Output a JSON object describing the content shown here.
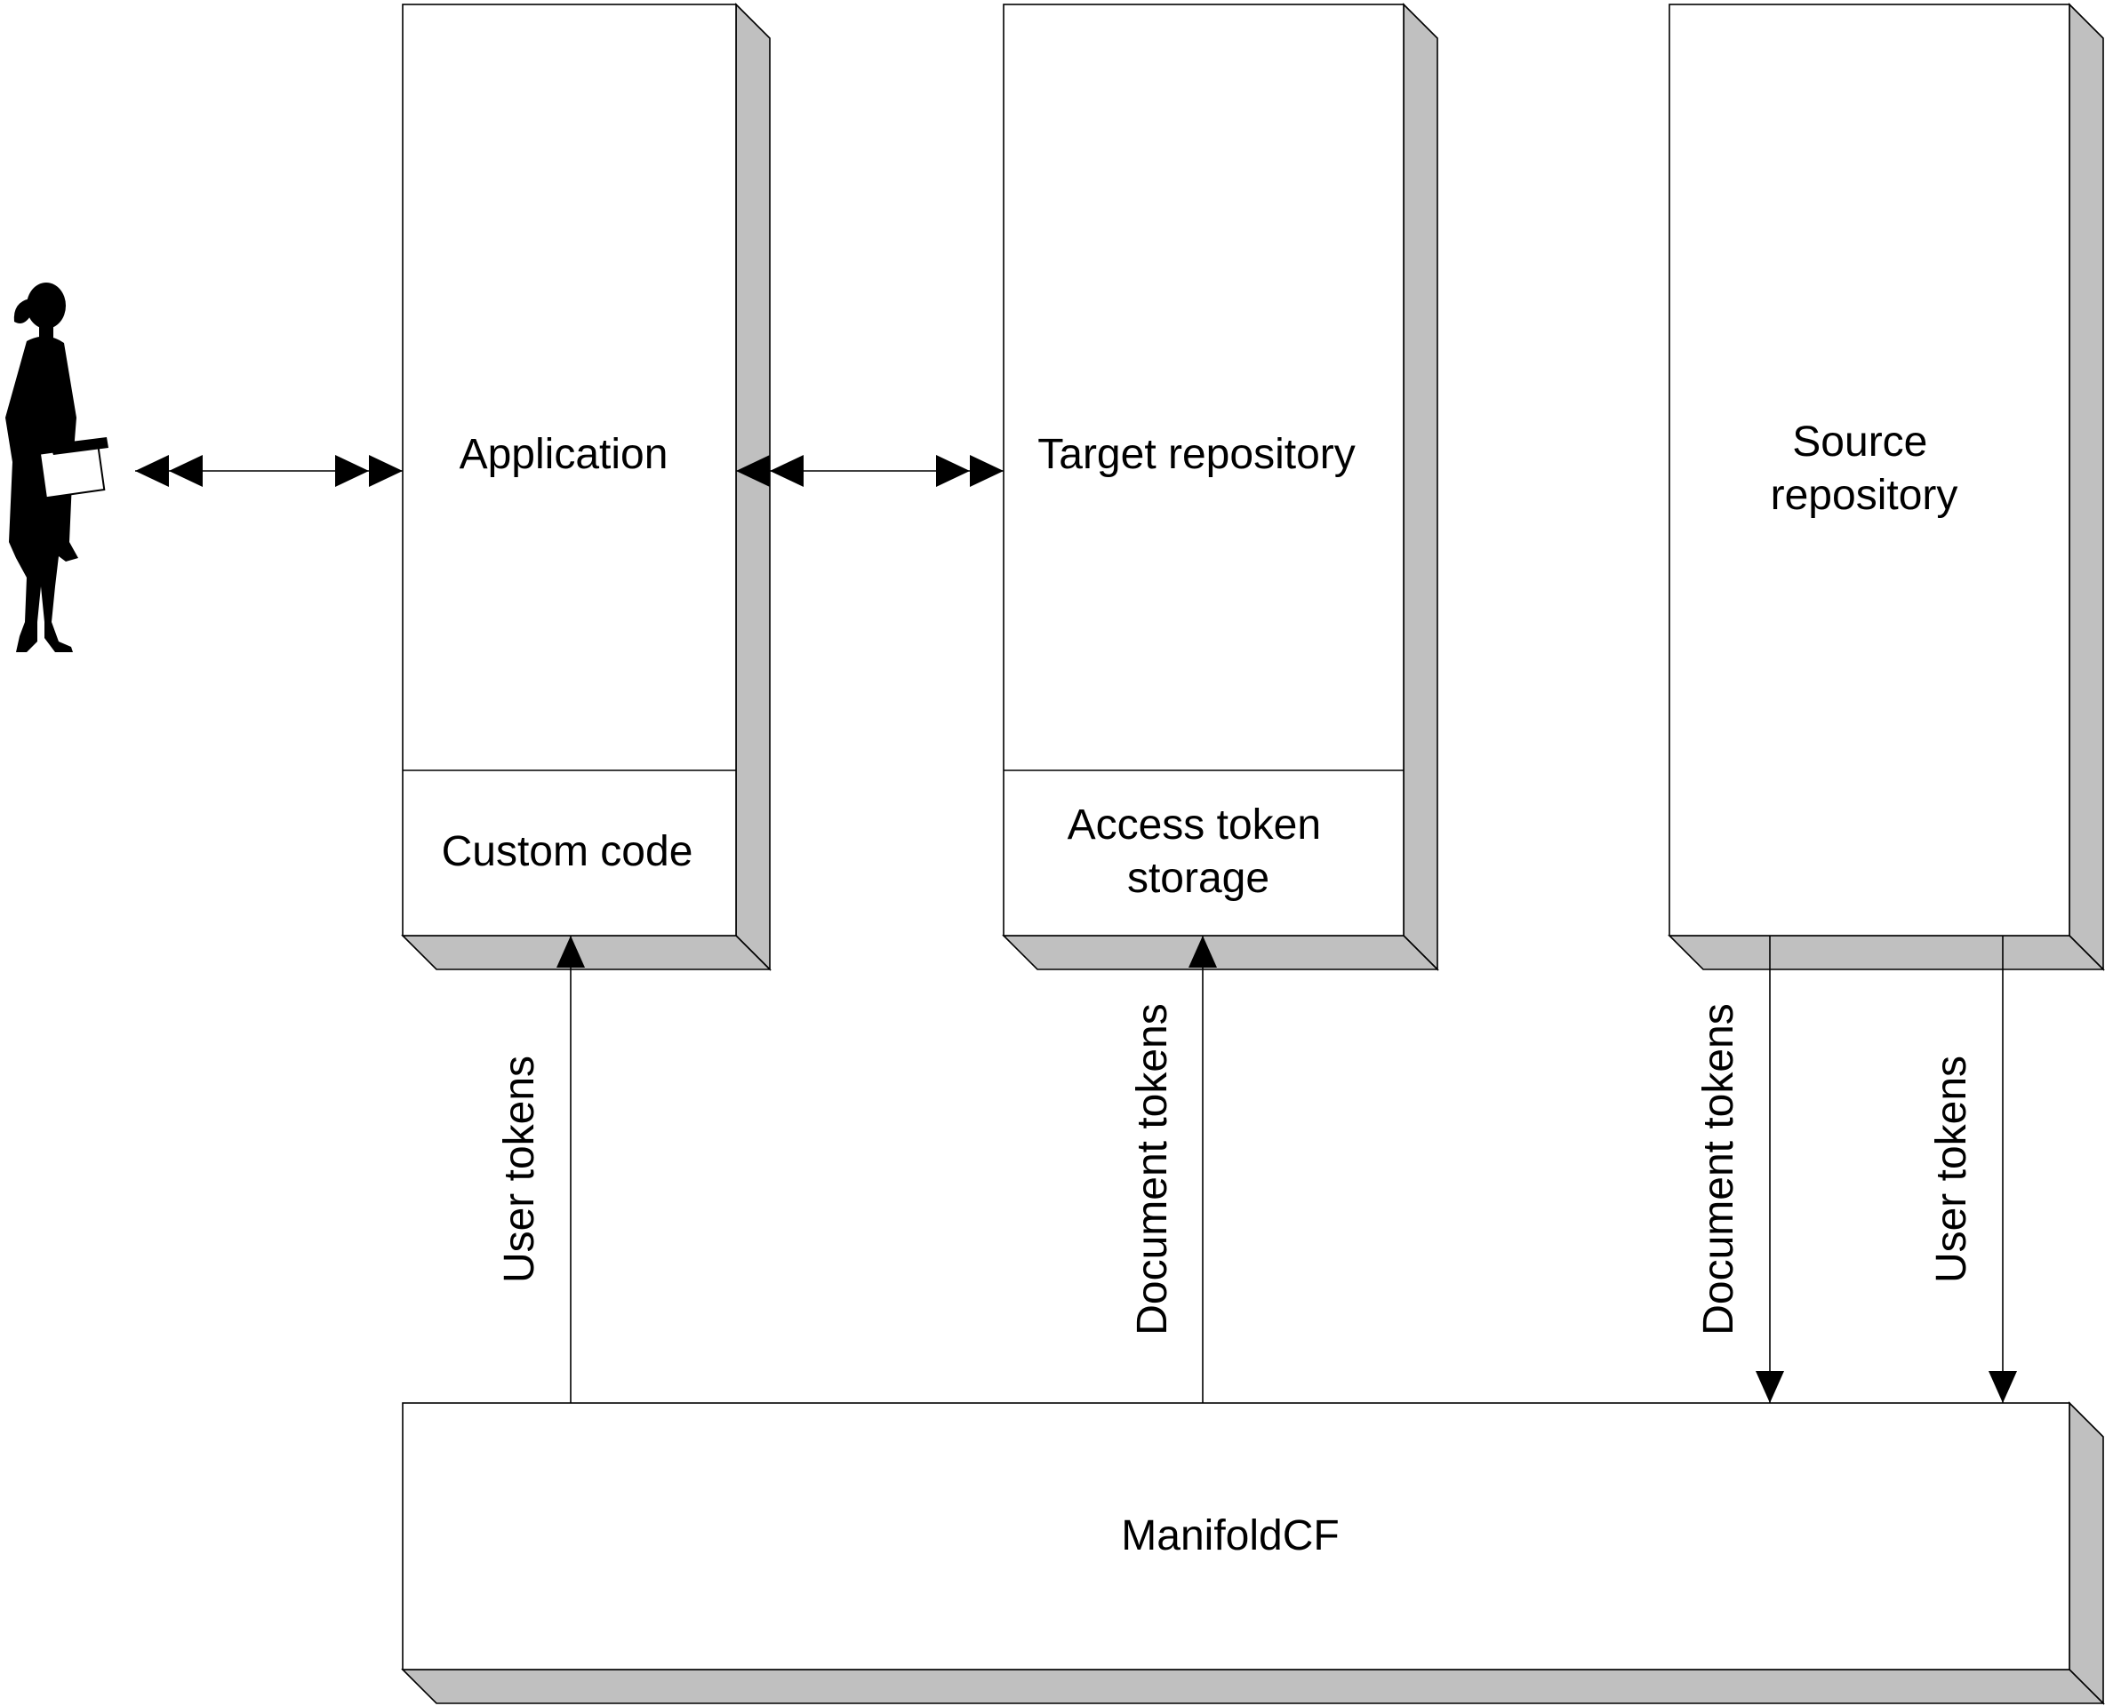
{
  "diagram": {
    "boxes": {
      "application": {
        "title": "Application",
        "section": "Custom code"
      },
      "target_repository": {
        "title": "Target repository",
        "section_lines": [
          "Access token",
          "storage"
        ]
      },
      "source_repository": {
        "title_lines": [
          "Source",
          "repository"
        ]
      },
      "manifoldcf": {
        "title": "ManifoldCF"
      }
    },
    "edges": {
      "user_tokens_to_application": "User tokens",
      "document_tokens_to_target": "Document tokens",
      "source_document_tokens": "Document tokens",
      "source_user_tokens": "User tokens"
    },
    "icons": {
      "user_figure": "person-with-folder-icon"
    },
    "colors": {
      "box_face": "#ffffff",
      "box_shadow": "#c0c0c0",
      "stroke": "#000000"
    }
  }
}
